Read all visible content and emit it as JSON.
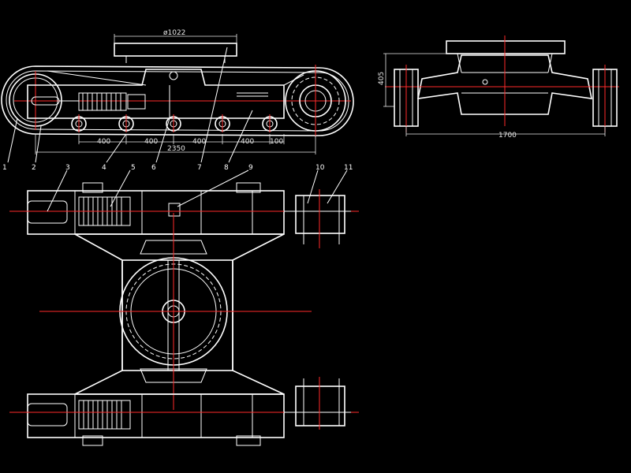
{
  "dimensions": {
    "top_width": "ø1022",
    "pitches": [
      "400",
      "400",
      "400",
      "400",
      "100"
    ],
    "overall_length": "2350",
    "height": "405",
    "track_gauge": "1700"
  },
  "callouts": [
    "1",
    "2",
    "3",
    "4",
    "5",
    "6",
    "7",
    "8",
    "9",
    "10",
    "11"
  ],
  "colors": {
    "background": "#000000",
    "outline": "#ffffff",
    "centerline": "#ff2a2a"
  }
}
